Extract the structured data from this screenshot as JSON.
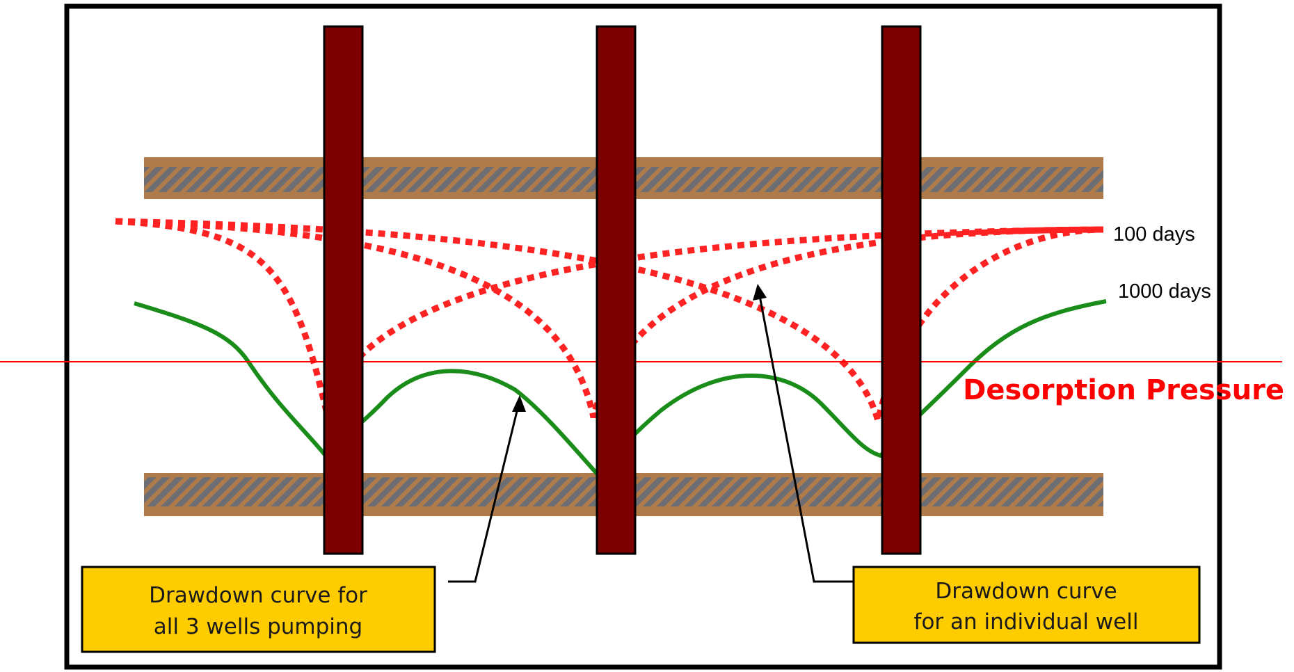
{
  "labels": {
    "days_100": "100 days",
    "days_1000": "1000 days",
    "desorption": "Desorption Pressure"
  },
  "callouts": {
    "all_wells": {
      "line1": "Drawdown curve for",
      "line2": "all 3 wells pumping"
    },
    "individual": {
      "line1": "Drawdown curve",
      "line2": "for an individual well"
    }
  },
  "colors": {
    "well": "#7b0000",
    "dotted_curve": "#ff2222",
    "solid_curve": "#1a8c1a",
    "desorption_line": "#ff0000",
    "callout_fill": "#ffcc00",
    "layer_brown": "#b07b4a",
    "layer_hatch": "#6d6e74"
  }
}
